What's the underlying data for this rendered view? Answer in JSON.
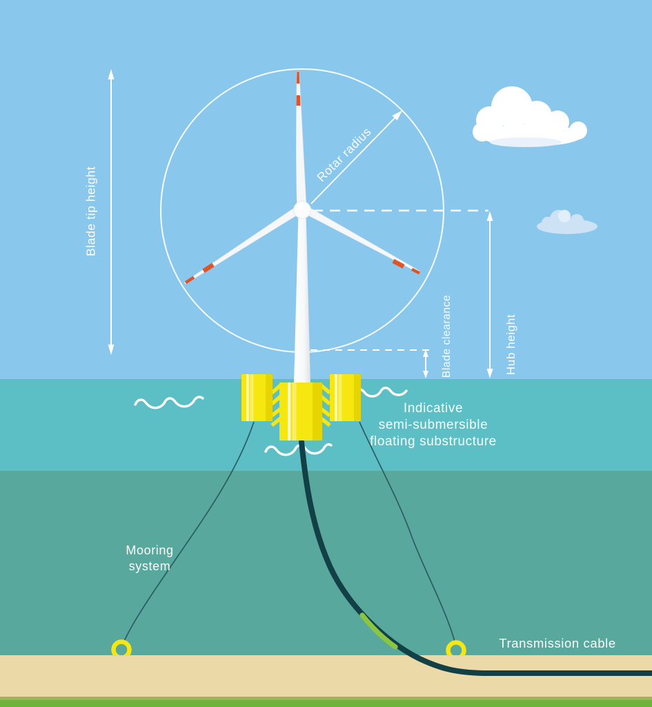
{
  "diagram": {
    "subject": "Floating offshore wind turbine infographic",
    "labels": {
      "blade_tip_height": "Blade tip height",
      "rotor_radius": "Rotar radius",
      "blade_clearance": "Blade clearance",
      "hub_height": "Hub height",
      "substructure": "Indicative\nsemi-submersible\nfloating substructure",
      "mooring_system": "Mooring\nsystem",
      "transmission_cable": "Transmission cable"
    },
    "colors": {
      "sky": "#8ac7ed",
      "sea_surface": "#5bbfc5",
      "sea_deep": "#58a89e",
      "seabed_sand": "#ecd9a8",
      "shoreline_strip": "#9eb55a",
      "grass": "#6cb43c",
      "platform_yellow": "#f7e711",
      "platform_yellow_shade": "#e7d403",
      "turbine_white": "#ffffff",
      "blade_marking_red": "#e25426",
      "cable_dark_teal": "#133f46",
      "cable_green_highlight": "#8cc63f",
      "mooring_line": "#2b5c63",
      "annotation_white": "#ffffff"
    }
  }
}
